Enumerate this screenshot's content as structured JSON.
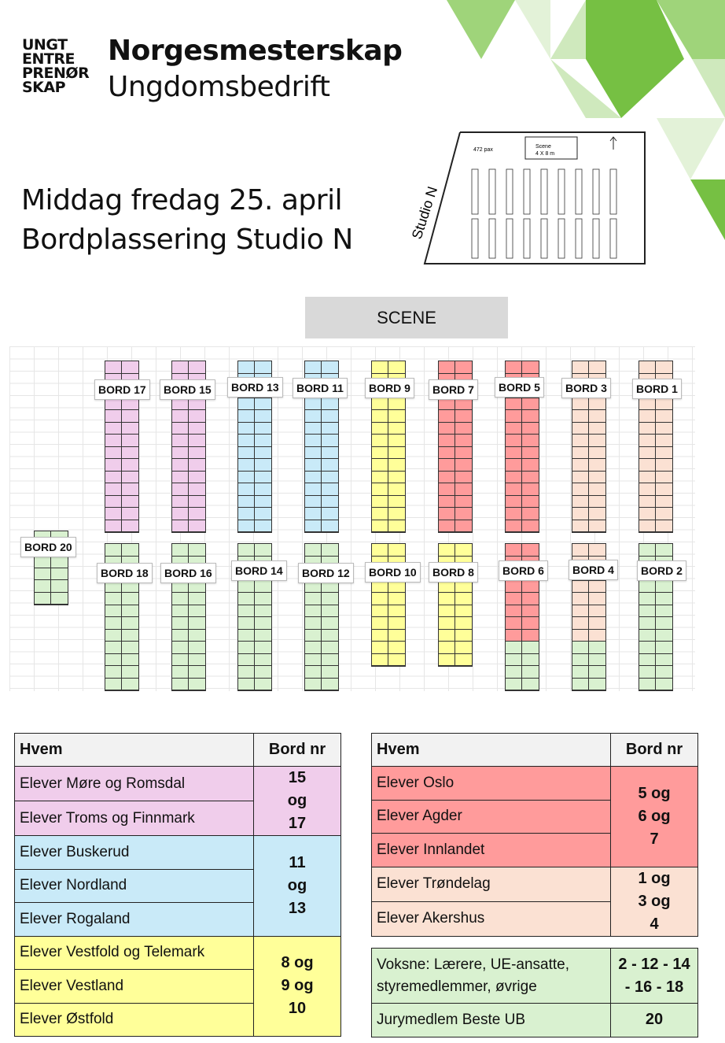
{
  "header": {
    "logo_lines": [
      "UNGT",
      "ENTRE",
      "PRENØR",
      "SKAP"
    ],
    "title": "Norgesmesterskap",
    "subtitle": "Ungdomsbedrift"
  },
  "event": {
    "line1": "Middag fredag 25. april",
    "line2": "Bordplassering Studio N"
  },
  "floorplan": {
    "room": "Studio N",
    "capacity": "472 pax",
    "stage_label": "Scene",
    "stage_size": "4 X 8 m"
  },
  "scene_label": "SCENE",
  "colors": {
    "pink": "#f0cdeb",
    "blue": "#c9eaf8",
    "yellow": "#ffff99",
    "red": "#ff9b9b",
    "peach": "#fbe1d3",
    "green": "#d9f1d0",
    "accent": "#76c043"
  },
  "tables": [
    {
      "label": "BORD 17",
      "rows": 14,
      "color": "pink"
    },
    {
      "label": "BORD 15",
      "rows": 14,
      "color": "pink"
    },
    {
      "label": "BORD 13",
      "rows": 14,
      "color": "blue"
    },
    {
      "label": "BORD 11",
      "rows": 14,
      "color": "blue"
    },
    {
      "label": "BORD 9",
      "rows": 14,
      "color": "yellow"
    },
    {
      "label": "BORD 7",
      "rows": 14,
      "color": "red"
    },
    {
      "label": "BORD 5",
      "rows": 14,
      "color": "red"
    },
    {
      "label": "BORD 3",
      "rows": 14,
      "color": "peach"
    },
    {
      "label": "BORD 1",
      "rows": 14,
      "color": "peach"
    },
    {
      "label": "BORD 18",
      "rows": 12,
      "color": "green"
    },
    {
      "label": "BORD 16",
      "rows": 12,
      "color": "green"
    },
    {
      "label": "BORD 14",
      "rows": 12,
      "color": "green"
    },
    {
      "label": "BORD 12",
      "rows": 12,
      "color": "green"
    },
    {
      "label": "BORD 10",
      "rows": 10,
      "color": "yellow"
    },
    {
      "label": "BORD 8",
      "rows": 10,
      "color": "yellow"
    },
    {
      "label": "BORD 6",
      "rows": 12,
      "color": "red",
      "green_rows": 4
    },
    {
      "label": "BORD 4",
      "rows": 12,
      "color": "peach",
      "green_rows": 4
    },
    {
      "label": "BORD 2",
      "rows": 12,
      "color": "green"
    },
    {
      "label": "BORD 20",
      "rows": 6,
      "color": "green"
    }
  ],
  "legend_left": {
    "col_who": "Hvem",
    "col_nr": "Bord nr",
    "groups": [
      {
        "color": "pink",
        "nr": "15 og 17",
        "who": [
          "Elever Møre og Romsdal",
          "Elever Troms og Finnmark"
        ]
      },
      {
        "color": "blue",
        "nr": "11 og 13",
        "who": [
          "Elever Buskerud",
          "Elever Nordland",
          "Elever Rogaland"
        ]
      },
      {
        "color": "yellow",
        "nr": "8 og 9 og 10",
        "who": [
          "Elever Vestfold og Telemark",
          "Elever Vestland",
          "Elever Østfold"
        ]
      }
    ]
  },
  "legend_right": {
    "col_who": "Hvem",
    "col_nr": "Bord nr",
    "groups": [
      {
        "color": "red",
        "nr": "5 og 6 og 7",
        "who": [
          "Elever Oslo",
          "Elever Agder",
          "Elever Innlandet"
        ]
      },
      {
        "color": "peach",
        "nr": "1 og 3 og 4",
        "who": [
          "Elever Trøndelag",
          "Elever Akershus"
        ]
      }
    ]
  },
  "legend_extra": [
    {
      "who": "Voksne: Lærere, UE-ansatte, styremedlemmer, øvrige",
      "nr": "2 - 12 - 14 - 16 - 18"
    },
    {
      "who": "Jurymedlem Beste UB",
      "nr": "20"
    }
  ]
}
